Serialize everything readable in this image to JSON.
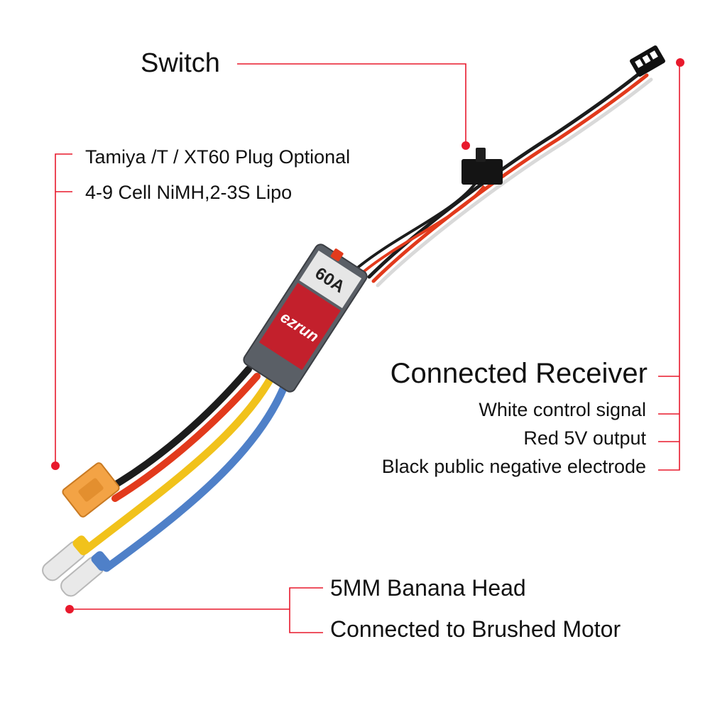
{
  "labels": {
    "switch": "Switch",
    "plug": "Tamiya /T / XT60 Plug Optional",
    "cells": "4-9 Cell NiMH,2-3S Lipo",
    "receiver": "Connected Receiver",
    "white_signal": "White control signal",
    "red_output": "Red 5V output",
    "black_negative": "Black public negative electrode",
    "banana": "5MM Banana Head",
    "motor": "Connected to Brushed Motor"
  },
  "esc": {
    "rating": "60A",
    "brand": "ezrun"
  },
  "colors": {
    "leader": "#e8192c",
    "wire_red": "#e23a1c",
    "wire_black": "#1c1c1c",
    "wire_yellow": "#f1c21b",
    "wire_blue": "#4f80c8",
    "plug": "#f3a345"
  }
}
